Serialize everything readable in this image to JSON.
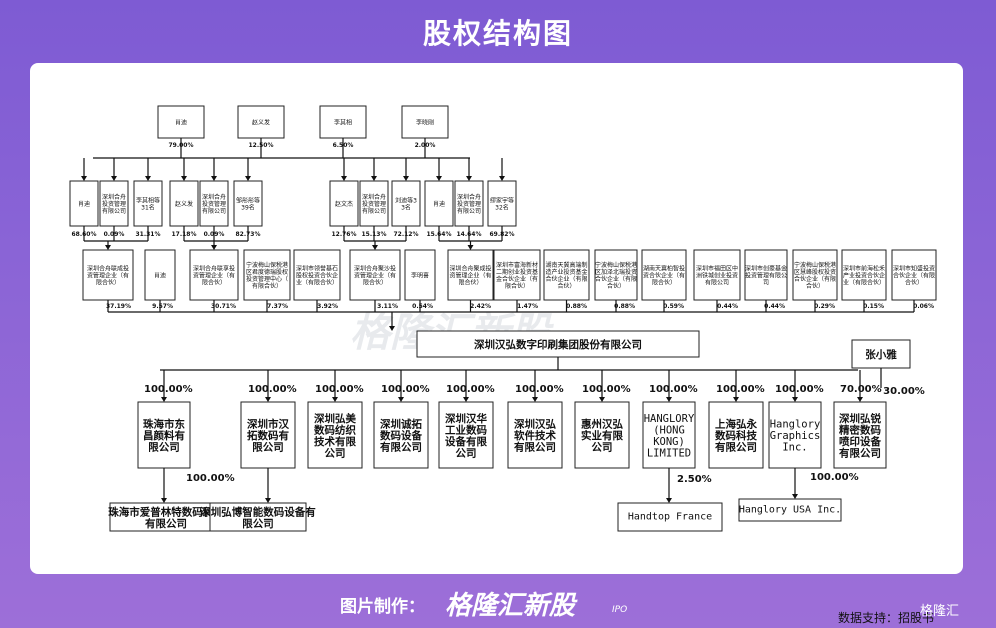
{
  "page_title": "股权结构图",
  "source": "数据支持：招股书",
  "footer": {
    "made_by": "图片制作：",
    "brand": "格隆汇新股",
    "brand_sub": "IPO",
    "corner": "格隆汇"
  },
  "watermark": "格隆汇新股",
  "top_people": [
    {
      "name": "肖迪",
      "pct": "79.00%"
    },
    {
      "name": "赵义发",
      "pct": "12.50%"
    },
    {
      "name": "李其相",
      "pct": "6.50%"
    },
    {
      "name": "李晓刚",
      "pct": "2.00%"
    }
  ],
  "groups": [
    {
      "members": [
        {
          "name": "肖迪",
          "pct": "68.60%"
        },
        {
          "name": "深圳合舟投资管理有限公司",
          "pct": "0.09%"
        },
        {
          "name": "李其相等31名",
          "pct": "31.31%"
        }
      ]
    },
    {
      "members": [
        {
          "name": "赵义发",
          "pct": "17.18%"
        },
        {
          "name": "深圳合舟投资管理有限公司",
          "pct": "0.09%"
        },
        {
          "name": "邹彤彤等39名",
          "pct": "82.73%"
        }
      ]
    },
    {
      "members": [
        {
          "name": "赵文杰",
          "pct": "12.76%"
        },
        {
          "name": "深圳合舟投资管理有限公司",
          "pct": "15.13%"
        },
        {
          "name": "刘迪等33名",
          "pct": "72.12%"
        }
      ]
    },
    {
      "members": [
        {
          "name": "肖迪",
          "pct": "15.64%"
        },
        {
          "name": "深圳合舟投资管理有限公司",
          "pct": "14.64%"
        },
        {
          "name": "缪家宇等32名",
          "pct": "69.82%"
        }
      ]
    }
  ],
  "shareholders": [
    {
      "name": "深圳合舟联成投资管理企业（有限合伙）",
      "pct": "37.19%"
    },
    {
      "name": "肖迪",
      "pct": "9.57%"
    },
    {
      "name": "深圳合舟联享投资管理企业（有限合伙）",
      "pct": "30.71%"
    },
    {
      "name": "宁波梅山保税港区君度德瑞股权投资管理中心（有限合伙）",
      "pct": "7.37%"
    },
    {
      "name": "深圳市领誉基石股权投资合伙企业（有限合伙）",
      "pct": "3.92%"
    },
    {
      "name": "深圳合舟聚沙投资管理企业（有限合伙）",
      "pct": "3.11%"
    },
    {
      "name": "李明喜",
      "pct": "0.54%"
    },
    {
      "name": "深圳合舟聚成投资管理企业（有限合伙）",
      "pct": "2.42%"
    },
    {
      "name": "深圳市富海新材二期创业投资基金合伙企业（有限合伙）",
      "pct": "1.47%"
    },
    {
      "name": "湖南天冀高端制造产业投资基金合伙企业（有限合伙）",
      "pct": "0.88%"
    },
    {
      "name": "宁波梅山保税港区加泽北瑞投资合伙企业（有限合伙）",
      "pct": "0.88%"
    },
    {
      "name": "湖南天冀柏智投资合伙企业（有限合伙）",
      "pct": "0.59%"
    },
    {
      "name": "深圳市福田区中洲铁城创业投资有限公司",
      "pct": "0.44%"
    },
    {
      "name": "深圳市创豪基金投资管理有限公司",
      "pct": "0.44%"
    },
    {
      "name": "宁波梅山保税港区慧峰股权投资合伙企业（有限合伙）",
      "pct": "0.29%"
    },
    {
      "name": "深圳市前海松禾产业投资合伙企业（有限合伙）",
      "pct": "0.15%"
    },
    {
      "name": "深圳市知盛投资合伙企业（有限合伙）",
      "pct": "0.06%"
    }
  ],
  "company": "深圳汉弘数字印刷集团股份有限公司",
  "side_holder": {
    "name": "张小雅",
    "pct": "30.00%"
  },
  "subsidiaries": [
    {
      "name": "珠海市东昌颜料有限公司",
      "pct": "100.00%"
    },
    {
      "name": "深圳市汉拓数码有限公司",
      "pct": "100.00%"
    },
    {
      "name": "深圳弘美数码纺织技术有限公司",
      "pct": "100.00%"
    },
    {
      "name": "深圳诚拓数码设备有限公司",
      "pct": "100.00%"
    },
    {
      "name": "深圳汉华工业数码设备有限公司",
      "pct": "100.00%"
    },
    {
      "name": "深圳汉弘软件技术有限公司",
      "pct": "100.00%"
    },
    {
      "name": "惠州汉弘实业有限公司",
      "pct": "100.00%"
    },
    {
      "name": "HANGLORY (HONG KONG) LIMITED",
      "pct": "100.00%"
    },
    {
      "name": "上海弘永数码科技有限公司",
      "pct": "100.00%"
    },
    {
      "name": "Hanglory Graphics Inc.",
      "pct": "100.00%"
    },
    {
      "name": "深圳弘锐精密数码喷印设备有限公司",
      "pct": "70.00%"
    }
  ],
  "grandchildren": [
    {
      "name": "珠海市爱普林特数码科技有限公司",
      "pct": "100.00%"
    },
    {
      "name": "深圳弘博智能数码设备有限公司",
      "pct": ""
    },
    {
      "name": "Handtop France",
      "pct": "2.50%"
    },
    {
      "name": "Hanglory USA Inc.",
      "pct": "100.00%"
    }
  ]
}
